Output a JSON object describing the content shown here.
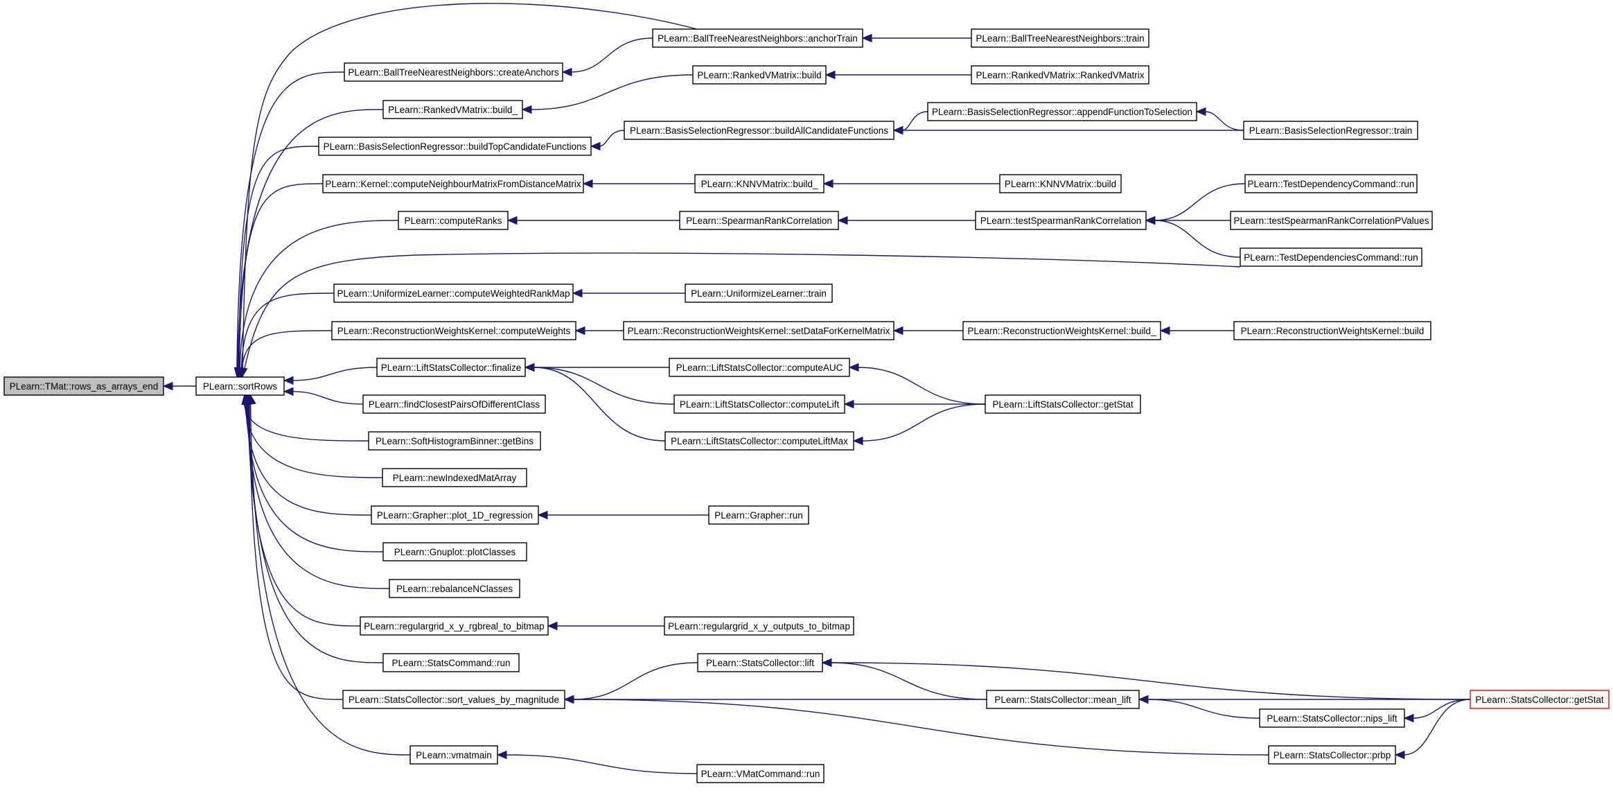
{
  "colors": {
    "edge": "#191970",
    "root_fill": "#bfbfbf",
    "highlight_border": "#ff0000"
  },
  "nodes": {
    "rows_as_arrays_end": "PLearn::TMat::rows_as_arrays_end",
    "sortRows": "PLearn::sortRows",
    "createAnchors": "PLearn::BallTreeNearestNeighbors::createAnchors",
    "anchorTrain": "PLearn::BallTreeNearestNeighbors::anchorTrain",
    "bt_train": "PLearn::BallTreeNearestNeighbors::train",
    "rv_build_": "PLearn::RankedVMatrix::build_",
    "rv_build": "PLearn::RankedVMatrix::build",
    "rv_ctor": "PLearn::RankedVMatrix::RankedVMatrix",
    "bs_buildTop": "PLearn::BasisSelectionRegressor::buildTopCandidateFunctions",
    "bs_buildAll": "PLearn::BasisSelectionRegressor::buildAllCandidateFunctions",
    "bs_append": "PLearn::BasisSelectionRegressor::appendFunctionToSelection",
    "bs_train": "PLearn::BasisSelectionRegressor::train",
    "kernel_cnm": "PLearn::Kernel::computeNeighbourMatrixFromDistanceMatrix",
    "knnv_build_": "PLearn::KNNVMatrix::build_",
    "knnv_build": "PLearn::KNNVMatrix::build",
    "computeRanks": "PLearn::computeRanks",
    "spearman": "PLearn::SpearmanRankCorrelation",
    "testSpearman": "PLearn::testSpearmanRankCorrelation",
    "testDepCmd_run": "PLearn::TestDependencyCommand::run",
    "testSpearmanPV": "PLearn::testSpearmanRankCorrelationPValues",
    "testDepsCmd_run": "PLearn::TestDependenciesCommand::run",
    "ul_cwrm": "PLearn::UniformizeLearner::computeWeightedRankMap",
    "ul_train": "PLearn::UniformizeLearner::train",
    "rwk_cw": "PLearn::ReconstructionWeightsKernel::computeWeights",
    "rwk_sdfkm": "PLearn::ReconstructionWeightsKernel::setDataForKernelMatrix",
    "rwk_build_": "PLearn::ReconstructionWeightsKernel::build_",
    "rwk_build": "PLearn::ReconstructionWeightsKernel::build",
    "lsc_finalize": "PLearn::LiftStatsCollector::finalize",
    "lsc_auc": "PLearn::LiftStatsCollector::computeAUC",
    "lsc_lift": "PLearn::LiftStatsCollector::computeLift",
    "lsc_liftmax": "PLearn::LiftStatsCollector::computeLiftMax",
    "lsc_getStat": "PLearn::LiftStatsCollector::getStat",
    "findClosest": "PLearn::findClosestPairsOfDifferentClass",
    "shb_getBins": "PLearn::SoftHistogramBinner::getBins",
    "newIndexed": "PLearn::newIndexedMatArray",
    "grapher_plot": "PLearn::Grapher::plot_1D_regression",
    "grapher_run": "PLearn::Grapher::run",
    "gnuplot": "PLearn::Gnuplot::plotClasses",
    "rebalance": "PLearn::rebalanceNClasses",
    "rg_rgbreal": "PLearn::regulargrid_x_y_rgbreal_to_bitmap",
    "rg_outputs": "PLearn::regulargrid_x_y_outputs_to_bitmap",
    "statsCmd_run": "PLearn::StatsCommand::run",
    "sc_sort": "PLearn::StatsCollector::sort_values_by_magnitude",
    "sc_lift": "PLearn::StatsCollector::lift",
    "sc_mean_lift": "PLearn::StatsCollector::mean_lift",
    "sc_nips": "PLearn::StatsCollector::nips_lift",
    "sc_prbp": "PLearn::StatsCollector::prbp",
    "sc_getStat": "PLearn::StatsCollector::getStat",
    "vmatmain": "PLearn::vmatmain",
    "vmatCmd_run": "PLearn::VMatCommand::run"
  },
  "root": "rows_as_arrays_end",
  "highlighted": [
    "sc_getStat"
  ],
  "edges": [
    [
      "sortRows",
      "rows_as_arrays_end"
    ],
    [
      "createAnchors",
      "sortRows"
    ],
    [
      "rv_build_",
      "sortRows"
    ],
    [
      "bs_buildTop",
      "sortRows"
    ],
    [
      "kernel_cnm",
      "sortRows"
    ],
    [
      "computeRanks",
      "sortRows"
    ],
    [
      "ul_cwrm",
      "sortRows"
    ],
    [
      "rwk_cw",
      "sortRows"
    ],
    [
      "lsc_finalize",
      "sortRows"
    ],
    [
      "findClosest",
      "sortRows"
    ],
    [
      "shb_getBins",
      "sortRows"
    ],
    [
      "newIndexed",
      "sortRows"
    ],
    [
      "grapher_plot",
      "sortRows"
    ],
    [
      "gnuplot",
      "sortRows"
    ],
    [
      "rebalance",
      "sortRows"
    ],
    [
      "rg_rgbreal",
      "sortRows"
    ],
    [
      "statsCmd_run",
      "sortRows"
    ],
    [
      "sc_sort",
      "sortRows"
    ],
    [
      "vmatmain",
      "sortRows"
    ],
    [
      "anchorTrain",
      "sortRows"
    ],
    [
      "testDepsCmd_run",
      "sortRows"
    ],
    [
      "anchorTrain",
      "createAnchors"
    ],
    [
      "bt_train",
      "anchorTrain"
    ],
    [
      "rv_build",
      "rv_build_"
    ],
    [
      "rv_ctor",
      "rv_build"
    ],
    [
      "bs_buildAll",
      "bs_buildTop"
    ],
    [
      "bs_append",
      "bs_buildAll"
    ],
    [
      "bs_train",
      "bs_buildAll"
    ],
    [
      "bs_train",
      "bs_append"
    ],
    [
      "knnv_build_",
      "kernel_cnm"
    ],
    [
      "knnv_build",
      "knnv_build_"
    ],
    [
      "spearman",
      "computeRanks"
    ],
    [
      "testSpearman",
      "spearman"
    ],
    [
      "testDepCmd_run",
      "testSpearman"
    ],
    [
      "testSpearmanPV",
      "testSpearman"
    ],
    [
      "testDepsCmd_run",
      "testSpearman"
    ],
    [
      "ul_train",
      "ul_cwrm"
    ],
    [
      "rwk_sdfkm",
      "rwk_cw"
    ],
    [
      "rwk_build_",
      "rwk_sdfkm"
    ],
    [
      "rwk_build",
      "rwk_build_"
    ],
    [
      "lsc_auc",
      "lsc_finalize"
    ],
    [
      "lsc_lift",
      "lsc_finalize"
    ],
    [
      "lsc_liftmax",
      "lsc_finalize"
    ],
    [
      "lsc_getStat",
      "lsc_auc"
    ],
    [
      "lsc_getStat",
      "lsc_lift"
    ],
    [
      "lsc_getStat",
      "lsc_liftmax"
    ],
    [
      "grapher_run",
      "grapher_plot"
    ],
    [
      "rg_outputs",
      "rg_rgbreal"
    ],
    [
      "sc_lift",
      "sc_sort"
    ],
    [
      "sc_mean_lift",
      "sc_sort"
    ],
    [
      "sc_prbp",
      "sc_sort"
    ],
    [
      "sc_mean_lift",
      "sc_lift"
    ],
    [
      "sc_getStat",
      "sc_lift"
    ],
    [
      "sc_getStat",
      "sc_mean_lift"
    ],
    [
      "sc_nips",
      "sc_mean_lift"
    ],
    [
      "sc_getStat",
      "sc_nips"
    ],
    [
      "sc_getStat",
      "sc_prbp"
    ],
    [
      "vmatCmd_run",
      "vmatmain"
    ]
  ]
}
